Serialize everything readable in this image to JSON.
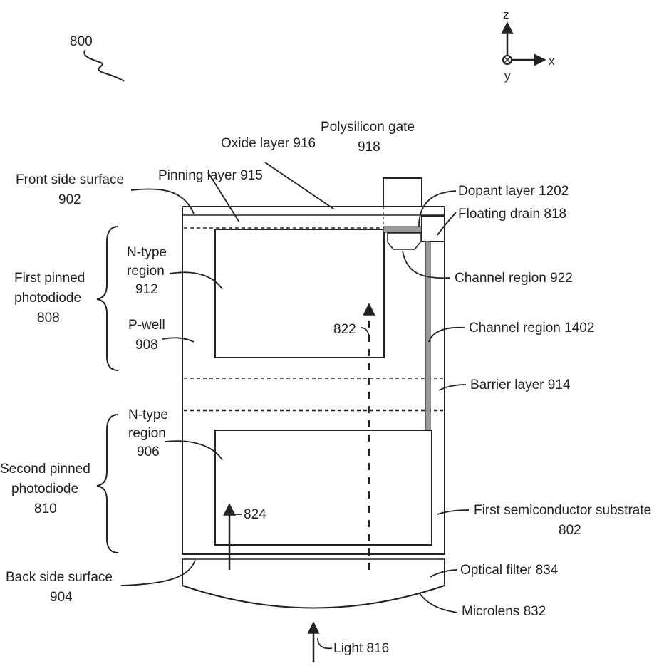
{
  "figure": {
    "ref": "800",
    "axes": {
      "z": "z",
      "x": "x",
      "y": "y"
    },
    "labels": {
      "polysilicon_gate": [
        "Polysilicon gate",
        "918"
      ],
      "oxide_layer": [
        "Oxide layer 916"
      ],
      "front_side_surface": [
        "Front side surface",
        "902"
      ],
      "pinning_layer": [
        "Pinning layer 915"
      ],
      "dopant_layer": [
        "Dopant layer 1202"
      ],
      "floating_drain": [
        "Floating drain 818"
      ],
      "n_type_region_912": [
        "N-type",
        "region",
        "912"
      ],
      "first_pinned_photodiode": [
        "First pinned",
        "photodiode",
        "808"
      ],
      "channel_region_922": [
        "Channel region 922"
      ],
      "p_well": [
        "P-well",
        "908"
      ],
      "path_822": [
        "822"
      ],
      "channel_region_1402": [
        "Channel region 1402"
      ],
      "barrier_layer": [
        "Barrier layer 914"
      ],
      "n_type_region_906": [
        "N-type",
        "region",
        "906"
      ],
      "second_pinned_photodiode": [
        "Second pinned",
        "photodiode",
        "810"
      ],
      "path_824": [
        "824"
      ],
      "first_semiconductor_substrate": [
        "First semiconductor substrate",
        "802"
      ],
      "back_side_surface": [
        "Back side surface",
        "904"
      ],
      "optical_filter": [
        "Optical filter 834"
      ],
      "microlens": [
        "Microlens 832"
      ],
      "light": [
        "Light 816"
      ]
    }
  },
  "colors": {
    "line": "#222222",
    "fill_gray": "#9a9a9a"
  }
}
